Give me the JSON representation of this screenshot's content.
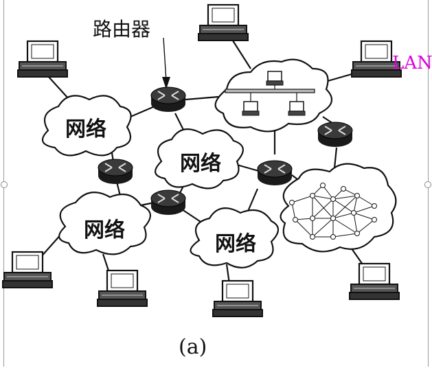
{
  "labels": {
    "router": "路由器",
    "network": "网络",
    "lan": "LAN",
    "caption": "(a)"
  },
  "colors": {
    "lan_label": "#e000e0",
    "router_fill": "#2a2a2a",
    "line": "#111111"
  },
  "icons": {
    "host": "desktop-computer-icon",
    "router": "router-icon",
    "cloud": "network-cloud-icon"
  }
}
